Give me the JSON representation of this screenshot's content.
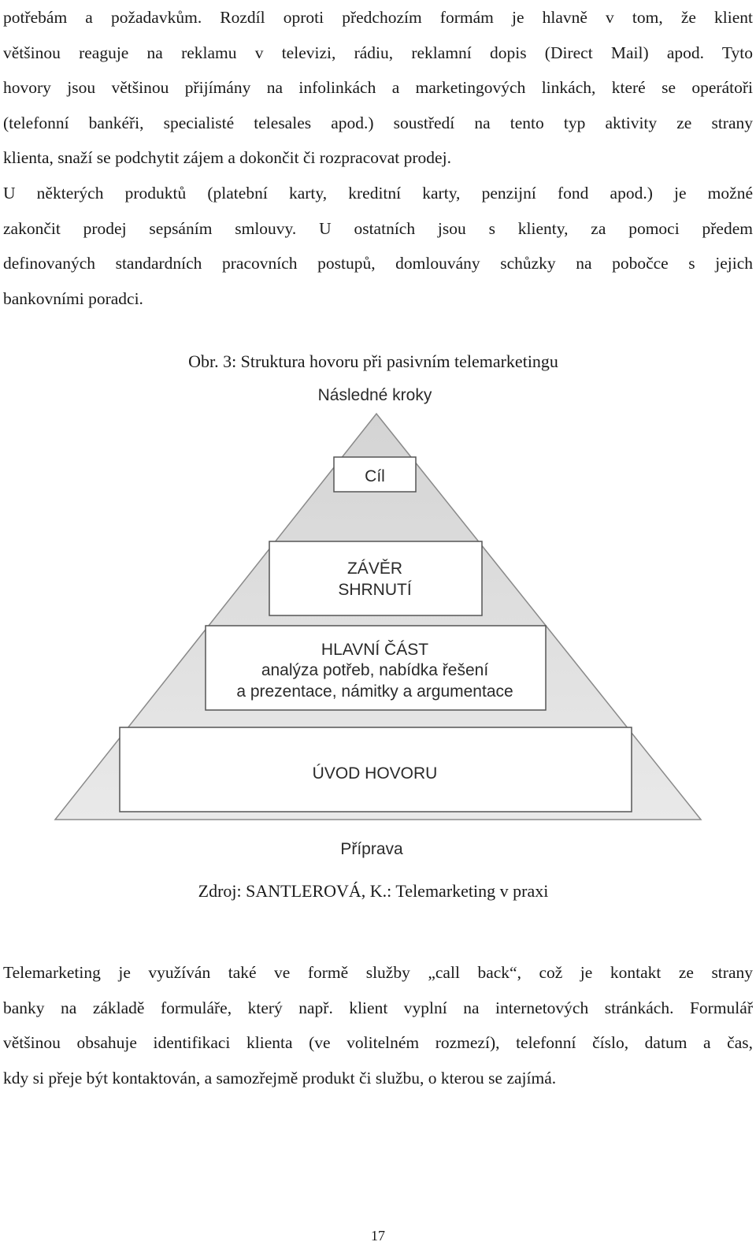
{
  "paragraph_top": [
    "potřebám a požadavkům. Rozdíl oproti předchozím formám je hlavně v tom, že klient",
    "většinou reaguje na reklamu v televizi, rádiu, reklamní dopis (Direct Mail) apod. Tyto",
    "hovory jsou většinou přijímány na infolinkách a marketingových linkách, které se operátoři",
    "(telefonní bankéři, specialisté telesales apod.) soustředí na tento typ aktivity ze strany",
    "klienta, snaží se podchytit zájem a dokončit či rozpracovat prodej.",
    "U některých produktů (platební karty, kreditní karty, penzijní fond apod.) je možné",
    "zakončit prodej sepsáním smlouvy. U ostatních jsou s klienty, za pomoci předem",
    "definovaných standardních pracovních postupů, domlouvány schůzky na pobočce s jejich",
    "bankovními poradci."
  ],
  "figure": {
    "caption": "Obr. 3: Struktura hovoru při pasivním telemarketingu",
    "top_label": "Následné kroky",
    "bottom_label": "Příprava",
    "levels": {
      "cil": [
        "Cíl"
      ],
      "zaver": [
        "ZÁVĚR",
        "SHRNUTÍ"
      ],
      "hlavni": [
        "HLAVNÍ ČÁST",
        "analýza potřeb, nabídka řešení",
        "a prezentace, námitky a argumentace"
      ],
      "uvod": [
        "ÚVOD HOVORU"
      ]
    },
    "source": "Zdroj: SANTLEROVÁ, K.: Telemarketing v praxi"
  },
  "paragraph_bottom": [
    "Telemarketing je využíván také ve formě služby „call back“, což je kontakt ze strany",
    "banky na základě formuláře, který např. klient vyplní na internetových stránkách. Formulář",
    "většinou obsahuje identifikaci klienta (ve volitelném rozmezí), telefonní číslo, datum a čas,",
    "kdy si přeje být kontaktován, a samozřejmě produkt či službu, o kterou se zajímá."
  ],
  "page_number": "17"
}
